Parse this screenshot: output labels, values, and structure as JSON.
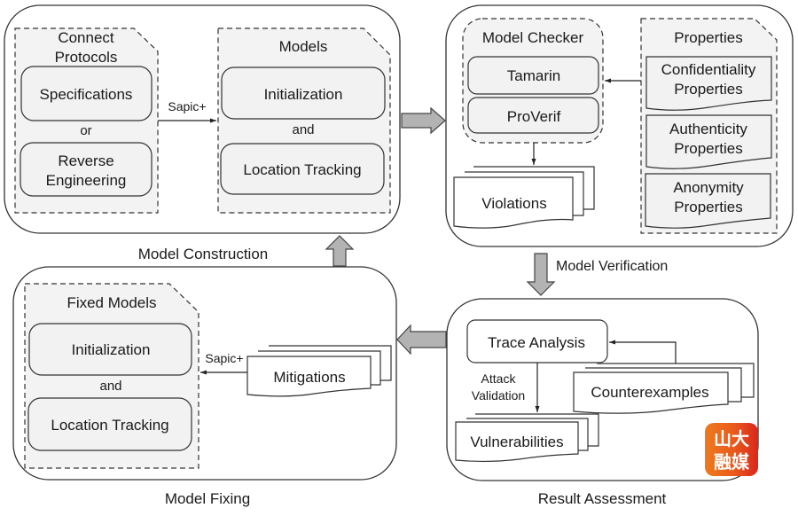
{
  "diagram": {
    "model_construction": {
      "label": "Model Construction",
      "connect_protocols": {
        "title_line1": "Connect",
        "title_line2": "Protocols",
        "specifications": "Specifications",
        "or": "or",
        "reverse_line1": "Reverse",
        "reverse_line2": "Engineering"
      },
      "edge_label": "Sapic+",
      "models": {
        "title": "Models",
        "initialization": "Initialization",
        "and": "and",
        "location_tracking": "Location Tracking"
      }
    },
    "model_verification": {
      "label": "Model Verification",
      "model_checker": {
        "title": "Model Checker",
        "tamarin": "Tamarin",
        "proverif": "ProVerif"
      },
      "violations": "Violations",
      "properties": {
        "title": "Properties",
        "confidentiality_line1": "Confidentiality",
        "confidentiality_line2": "Properties",
        "authenticity_line1": "Authenticity",
        "authenticity_line2": "Properties",
        "anonymity_line1": "Anonymity",
        "anonymity_line2": "Properties"
      }
    },
    "result_assessment": {
      "label": "Result Assessment",
      "trace_analysis": "Trace Analysis",
      "attack_line1": "Attack",
      "attack_line2": "Validation",
      "counterexamples": "Counterexamples",
      "vulnerabilities": "Vulnerabilities"
    },
    "model_fixing": {
      "label": "Model Fixing",
      "fixed_models": {
        "title": "Fixed Models",
        "initialization": "Initialization",
        "and": "and",
        "location_tracking": "Location Tracking"
      },
      "edge_label": "Sapic+",
      "mitigations": "Mitigations"
    },
    "watermark": {
      "line1": "山大",
      "line2": "融媒",
      "colors": {
        "orange": "#ee7a1e",
        "red": "#d9261c"
      }
    }
  }
}
